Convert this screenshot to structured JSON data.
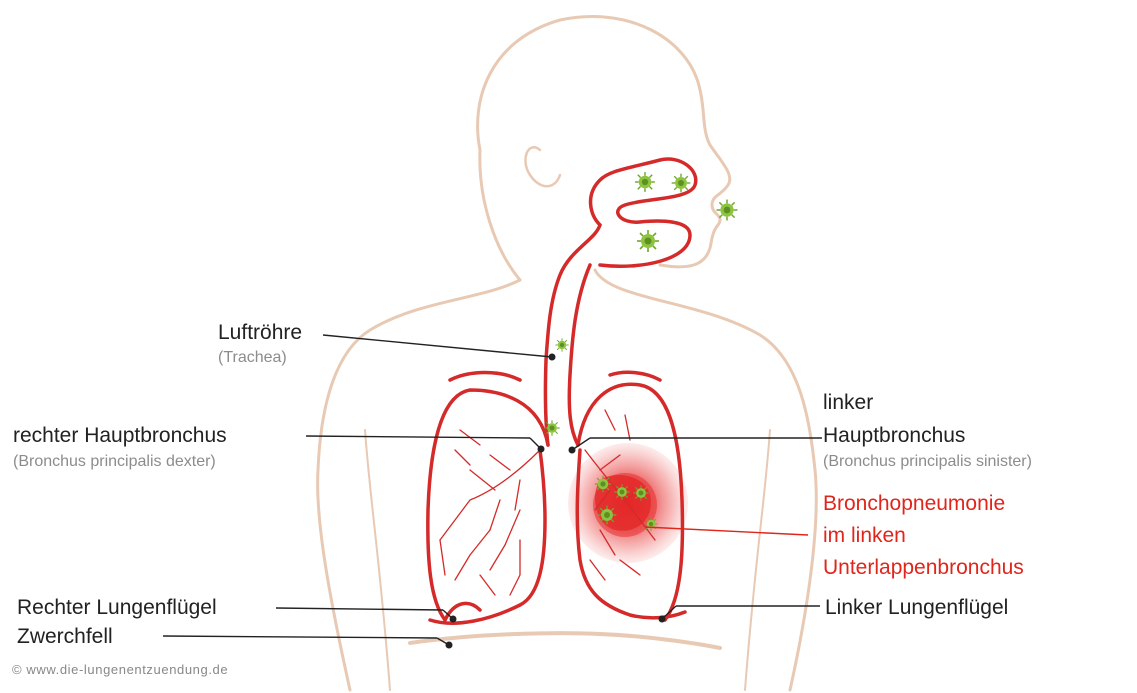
{
  "labels": {
    "trachea": {
      "name": "Luftröhre",
      "latin": "(Trachea)"
    },
    "right_main_bronchus": {
      "name": "rechter Hauptbronchus",
      "latin": "(Bronchus principalis dexter)"
    },
    "left_main_bronchus": {
      "name_line1": "linker",
      "name_line2": "Hauptbronchus",
      "latin": "(Bronchus principalis sinister)"
    },
    "pneumonia": {
      "line1": "Bronchopneumonie",
      "line2": "im linken",
      "line3": "Unterlappenbronchus"
    },
    "right_lung": "Rechter Lungenflügel",
    "left_lung": "Linker Lungenflügel",
    "diaphragm": "Zwerchfell"
  },
  "copyright": "© www.die-lungenentzuendung.de",
  "colors": {
    "airway": "#d42a2a",
    "body_outline": "#e8c9b4",
    "germ": "#7fb83a",
    "infection": "#e83030",
    "leader_line": "#222222",
    "pneumonia_text": "#e1251b"
  },
  "icons": [
    "germ-icon"
  ]
}
